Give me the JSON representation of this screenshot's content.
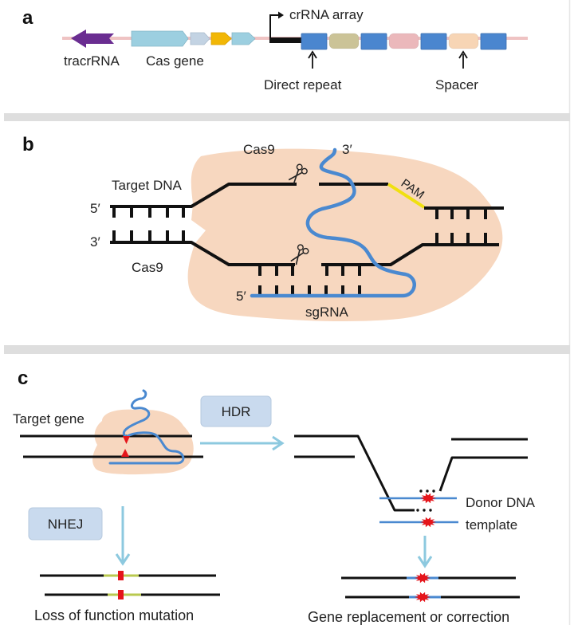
{
  "figure": {
    "panels": [
      {
        "id": "a",
        "letter": "a",
        "labels": {
          "tracrrna": "tracrRNA",
          "cas_gene": "Cas gene",
          "crrna_array": "crRNA array",
          "direct_repeat": "Direct repeat",
          "spacer": "Spacer"
        },
        "crrna_segments": [
          "repeat",
          "spacer",
          "repeat",
          "spacer",
          "repeat",
          "spacer",
          "repeat"
        ]
      },
      {
        "id": "b",
        "letter": "b",
        "labels": {
          "cas9_top": "Cas9",
          "cas9_bottom": "Cas9",
          "three_prime_rna": "3′",
          "target_dna": "Target DNA",
          "five_prime_top": "5′",
          "three_prime_bottom": "3′",
          "pam": "PAM",
          "five_prime_sgrna": "5′",
          "sgrna": "sgRNA"
        }
      },
      {
        "id": "c",
        "letter": "c",
        "labels": {
          "target_gene": "Target gene",
          "hdr": "HDR",
          "nhej": "NHEJ",
          "donor_dna": "Donor DNA",
          "template": "template",
          "loss_of_function": "Loss of function mutation",
          "gene_replacement": "Gene replacement or correction"
        }
      }
    ]
  },
  "colors": {
    "tracrrna": "#6a2d91",
    "cas_main": "#9ccfe0",
    "cas_small": "#c3d3e3",
    "cas_yellow": "#f2b705",
    "backbone": "#efc3c3",
    "repeat": "#4a86cf",
    "spacer_tan": "#cbc397",
    "spacer_pink": "#ebb8bb",
    "spacer_peach": "#f7d5b5",
    "cas9_body": "#f7d7bf",
    "sgrna": "#4a89d0",
    "pam": "#f0e010",
    "divider": "#dedede",
    "pathway_box": "#c9daee",
    "pathway_arrow": "#8dc9df",
    "cut_mark": "#e5151b",
    "indel": "#b9c94f"
  }
}
